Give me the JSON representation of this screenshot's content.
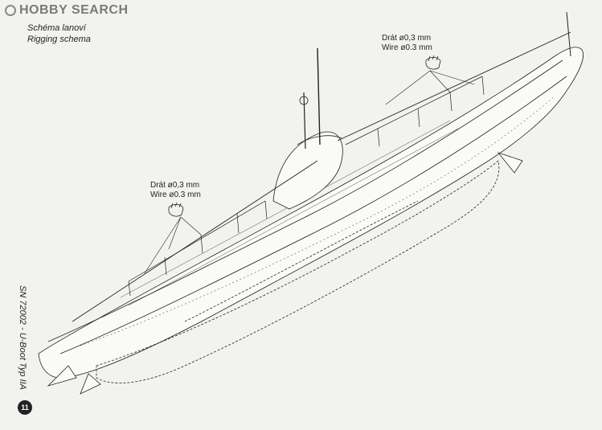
{
  "watermark": {
    "text": "HOBBY SEARCH"
  },
  "caption": {
    "line1": "Schéma lanoví",
    "line2": "Rigging schema"
  },
  "wire_labels": [
    {
      "line1": "Drát ø0,3 mm",
      "line2": "Wire ø0.3 mm"
    },
    {
      "line1": "Drát ø0,3 mm",
      "line2": "Wire ø0.3 mm"
    }
  ],
  "sidebar": {
    "text": "SN 72002 - U-Boot Typ IIA"
  },
  "page_number": "11",
  "colors": {
    "ink": "#222222",
    "paper": "#f2f2f0",
    "hull_fill": "#fafaf8"
  }
}
